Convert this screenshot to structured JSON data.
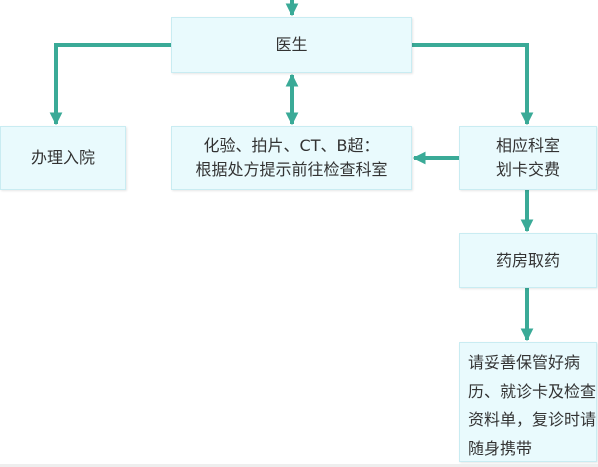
{
  "nodes": {
    "doctor": {
      "label": "医生"
    },
    "admit": {
      "label": "办理入院"
    },
    "tests": {
      "line1": "化验、拍片、CT、B超：",
      "line2": "根据处方提示前往检查科室"
    },
    "dept": {
      "line1": "相应科室",
      "line2": "划卡交费"
    },
    "pharmacy": {
      "label": "药房取药"
    },
    "note": {
      "text": "请妥善保管好病历、就诊卡及检查资料单，复诊时请随身携带"
    }
  },
  "colors": {
    "arrow": "#3aaa97",
    "box_fill": "#e9fafd",
    "box_border": "#c9ecf2",
    "text": "#333333"
  },
  "edges": [
    {
      "from": "entry",
      "to": "doctor",
      "type": "arrow"
    },
    {
      "from": "doctor",
      "to": "admit",
      "type": "arrow"
    },
    {
      "from": "doctor",
      "to": "tests",
      "type": "double-arrow"
    },
    {
      "from": "doctor",
      "to": "dept",
      "type": "arrow"
    },
    {
      "from": "dept",
      "to": "tests",
      "type": "arrow"
    },
    {
      "from": "dept",
      "to": "pharmacy",
      "type": "arrow"
    },
    {
      "from": "pharmacy",
      "to": "note",
      "type": "arrow"
    }
  ]
}
